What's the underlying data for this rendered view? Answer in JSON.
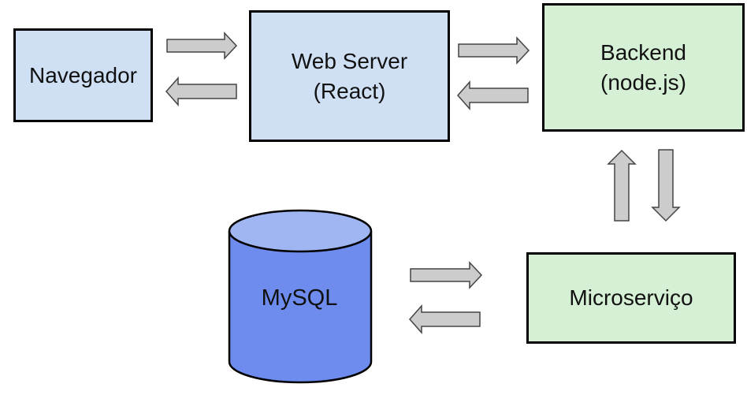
{
  "nodes": {
    "browser": {
      "label": "Navegador"
    },
    "webserver": {
      "line1": "Web Server",
      "line2": "(React)"
    },
    "backend": {
      "line1": "Backend",
      "line2": "(node.js)"
    },
    "microservice": {
      "label": "Microserviço"
    },
    "database": {
      "label": "MySQL"
    }
  },
  "colors": {
    "client_box": "#cfe0f5",
    "server_box": "#d6f0d5",
    "database_body": "#6e8ced",
    "database_top": "#9fb6f2",
    "arrow_fill": "#cccccc"
  }
}
